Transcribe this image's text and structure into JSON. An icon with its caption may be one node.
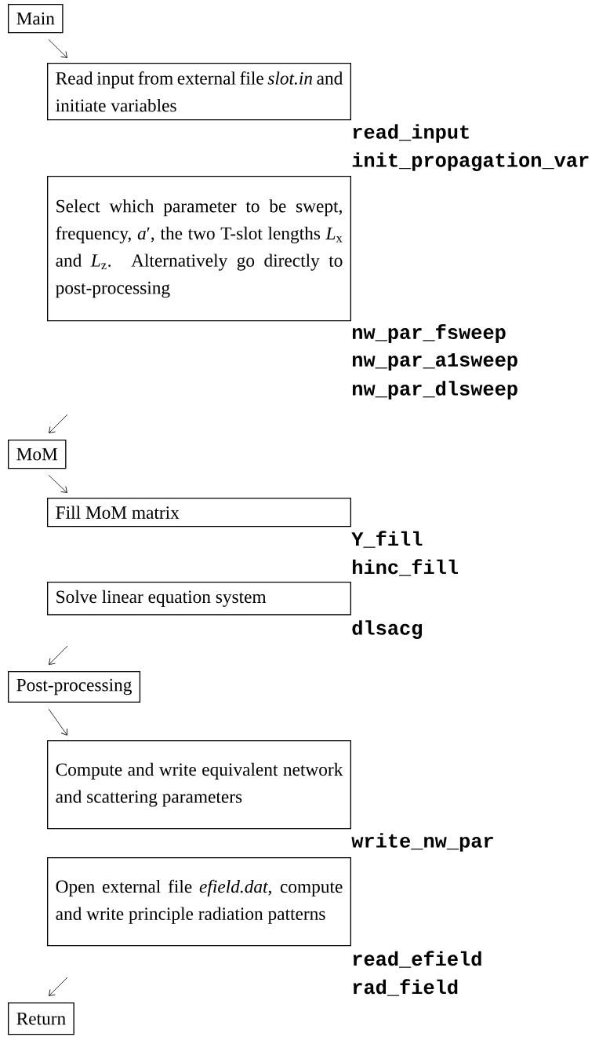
{
  "diagram": {
    "nodes": [
      {
        "text": [
          "Main"
        ]
      },
      {
        "text": [
          "Read input from external file *slot.in* and initiate variables"
        ],
        "beside": [
          "read_input",
          "init_propagation_var"
        ]
      },
      {
        "text": [
          "Select which parameter to be swept, frequency, *a*′, the two T-slot lengths *L*$_{x}$ and *L*$_{z}$. Alternatively go directly to post-processing"
        ],
        "beside": [
          "nw_par_fsweep",
          "nw_par_a1sweep",
          "nw_par_dlsweep"
        ]
      },
      {
        "text": [
          "MoM"
        ]
      },
      {
        "text": [
          "Fill MoM matrix"
        ],
        "beside": [
          "Y_fill",
          "hinc_fill"
        ]
      },
      {
        "text": [
          "Solve linear equation system"
        ],
        "beside": [
          "dlsacg"
        ]
      },
      {
        "text": [
          "Post-processing"
        ]
      },
      {
        "text": [
          "Compute and write equivalent network and scattering parameters"
        ],
        "beside": [
          "write_nw_par"
        ]
      },
      {
        "text": [
          "Open external file *efield.dat*, compute and write principle radiation patterns"
        ],
        "beside": [
          "read_efield",
          "rad_field"
        ]
      },
      {
        "text": [
          "Return"
        ]
      }
    ],
    "edges": [
      {
        "from": 0,
        "to": 1,
        "arrow": "to"
      },
      {
        "from": null,
        "to": 3,
        "arrow": "to"
      },
      {
        "from": 3,
        "to": 4,
        "arrow": "to"
      },
      {
        "from": null,
        "to": 6,
        "arrow": "to"
      },
      {
        "from": 6,
        "to": 7,
        "arrow": "to"
      },
      {
        "from": null,
        "to": 9,
        "arrow": "to"
      }
    ]
  }
}
